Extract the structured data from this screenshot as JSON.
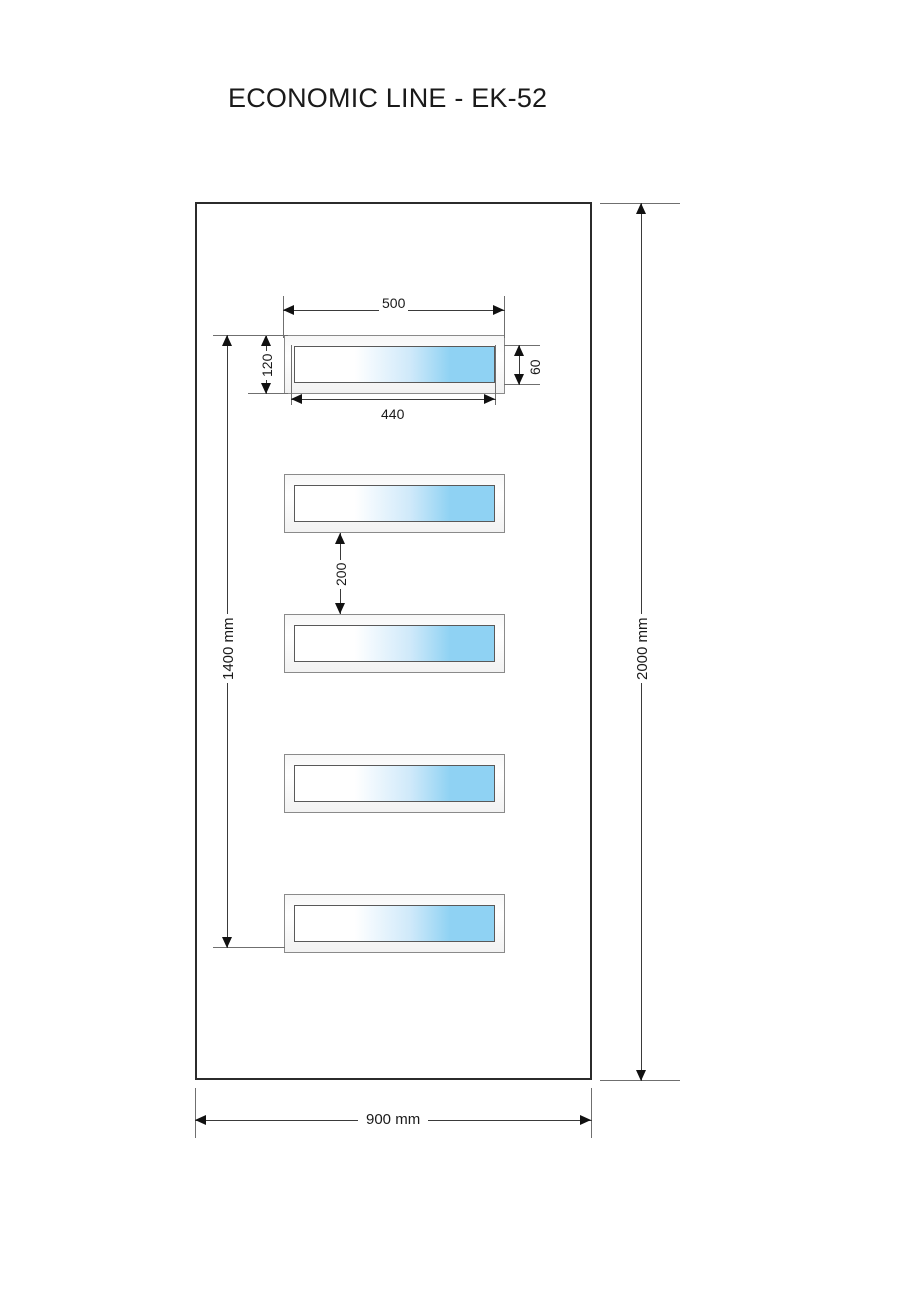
{
  "drawing": {
    "title": "ECONOMIC LINE - EK-52",
    "door": {
      "name": "door-leaf",
      "width_label": "900 mm",
      "height_label": "2000 mm"
    },
    "panel_group": {
      "height_label": "1400 mm",
      "spacing_label": "200",
      "count": 5
    },
    "glass_detail": {
      "outer_width": "500",
      "inner_width": "440",
      "outer_height": "120",
      "inner_height": "60"
    },
    "panels": [
      {
        "label": "glass-panel-1"
      },
      {
        "label": "glass-panel-2"
      },
      {
        "label": "glass-panel-3"
      },
      {
        "label": "glass-panel-4"
      },
      {
        "label": "glass-panel-5"
      }
    ],
    "colors": {
      "glass_tint": "#8fd2f3",
      "frame_border": "#8a8a8a",
      "outline": "#2b2b2b",
      "dimension_line": "#6f6f6f"
    }
  }
}
